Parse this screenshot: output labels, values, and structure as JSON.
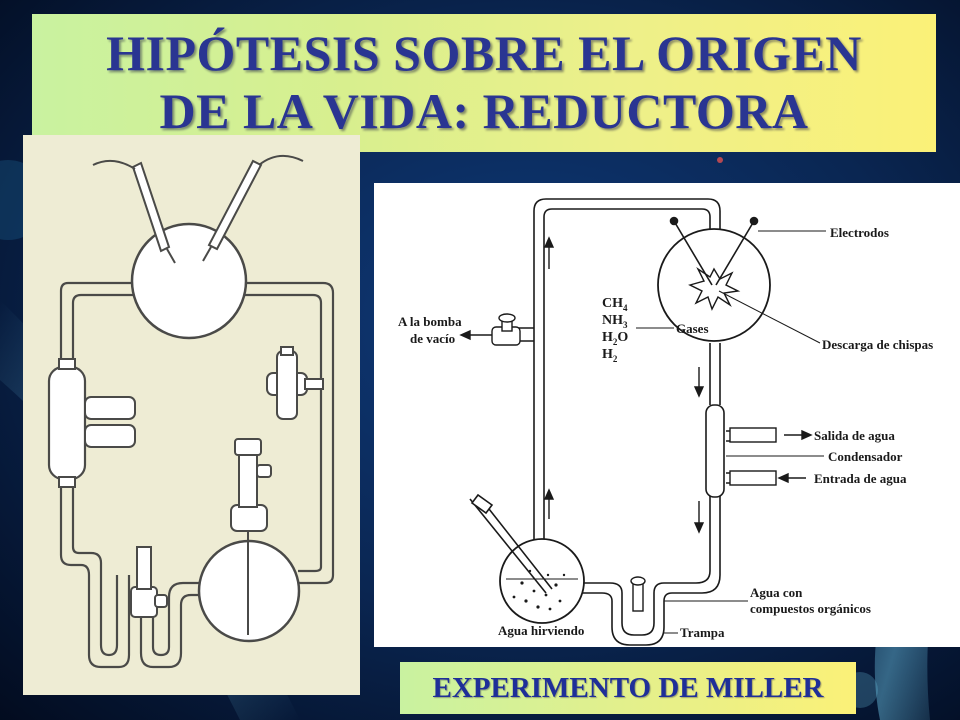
{
  "title": {
    "line1": "HIPÓTESIS SOBRE EL ORIGEN",
    "line2": "DE LA VIDA: REDUCTORA"
  },
  "caption": "EXPERIMENTO DE MILLER",
  "diagram": {
    "labels": {
      "electrodos": "Electrodos",
      "bomba1": "A la bomba",
      "bomba2": "de vacío",
      "gases": "Gases",
      "descarga": "Descarga de chispas",
      "salida": "Salida de agua",
      "condensador": "Condensador",
      "entrada": "Entrada de agua",
      "agua_con1": "Agua con",
      "agua_con2": "compuestos orgánicos",
      "agua_hirviendo": "Agua hirviendo",
      "trampa": "Trampa"
    }
  },
  "colors": {
    "title_text": "#2a3592",
    "caption_text": "#1f2f98",
    "left_panel_bg": "#eeecd4",
    "background_dark": "#061a3a"
  }
}
